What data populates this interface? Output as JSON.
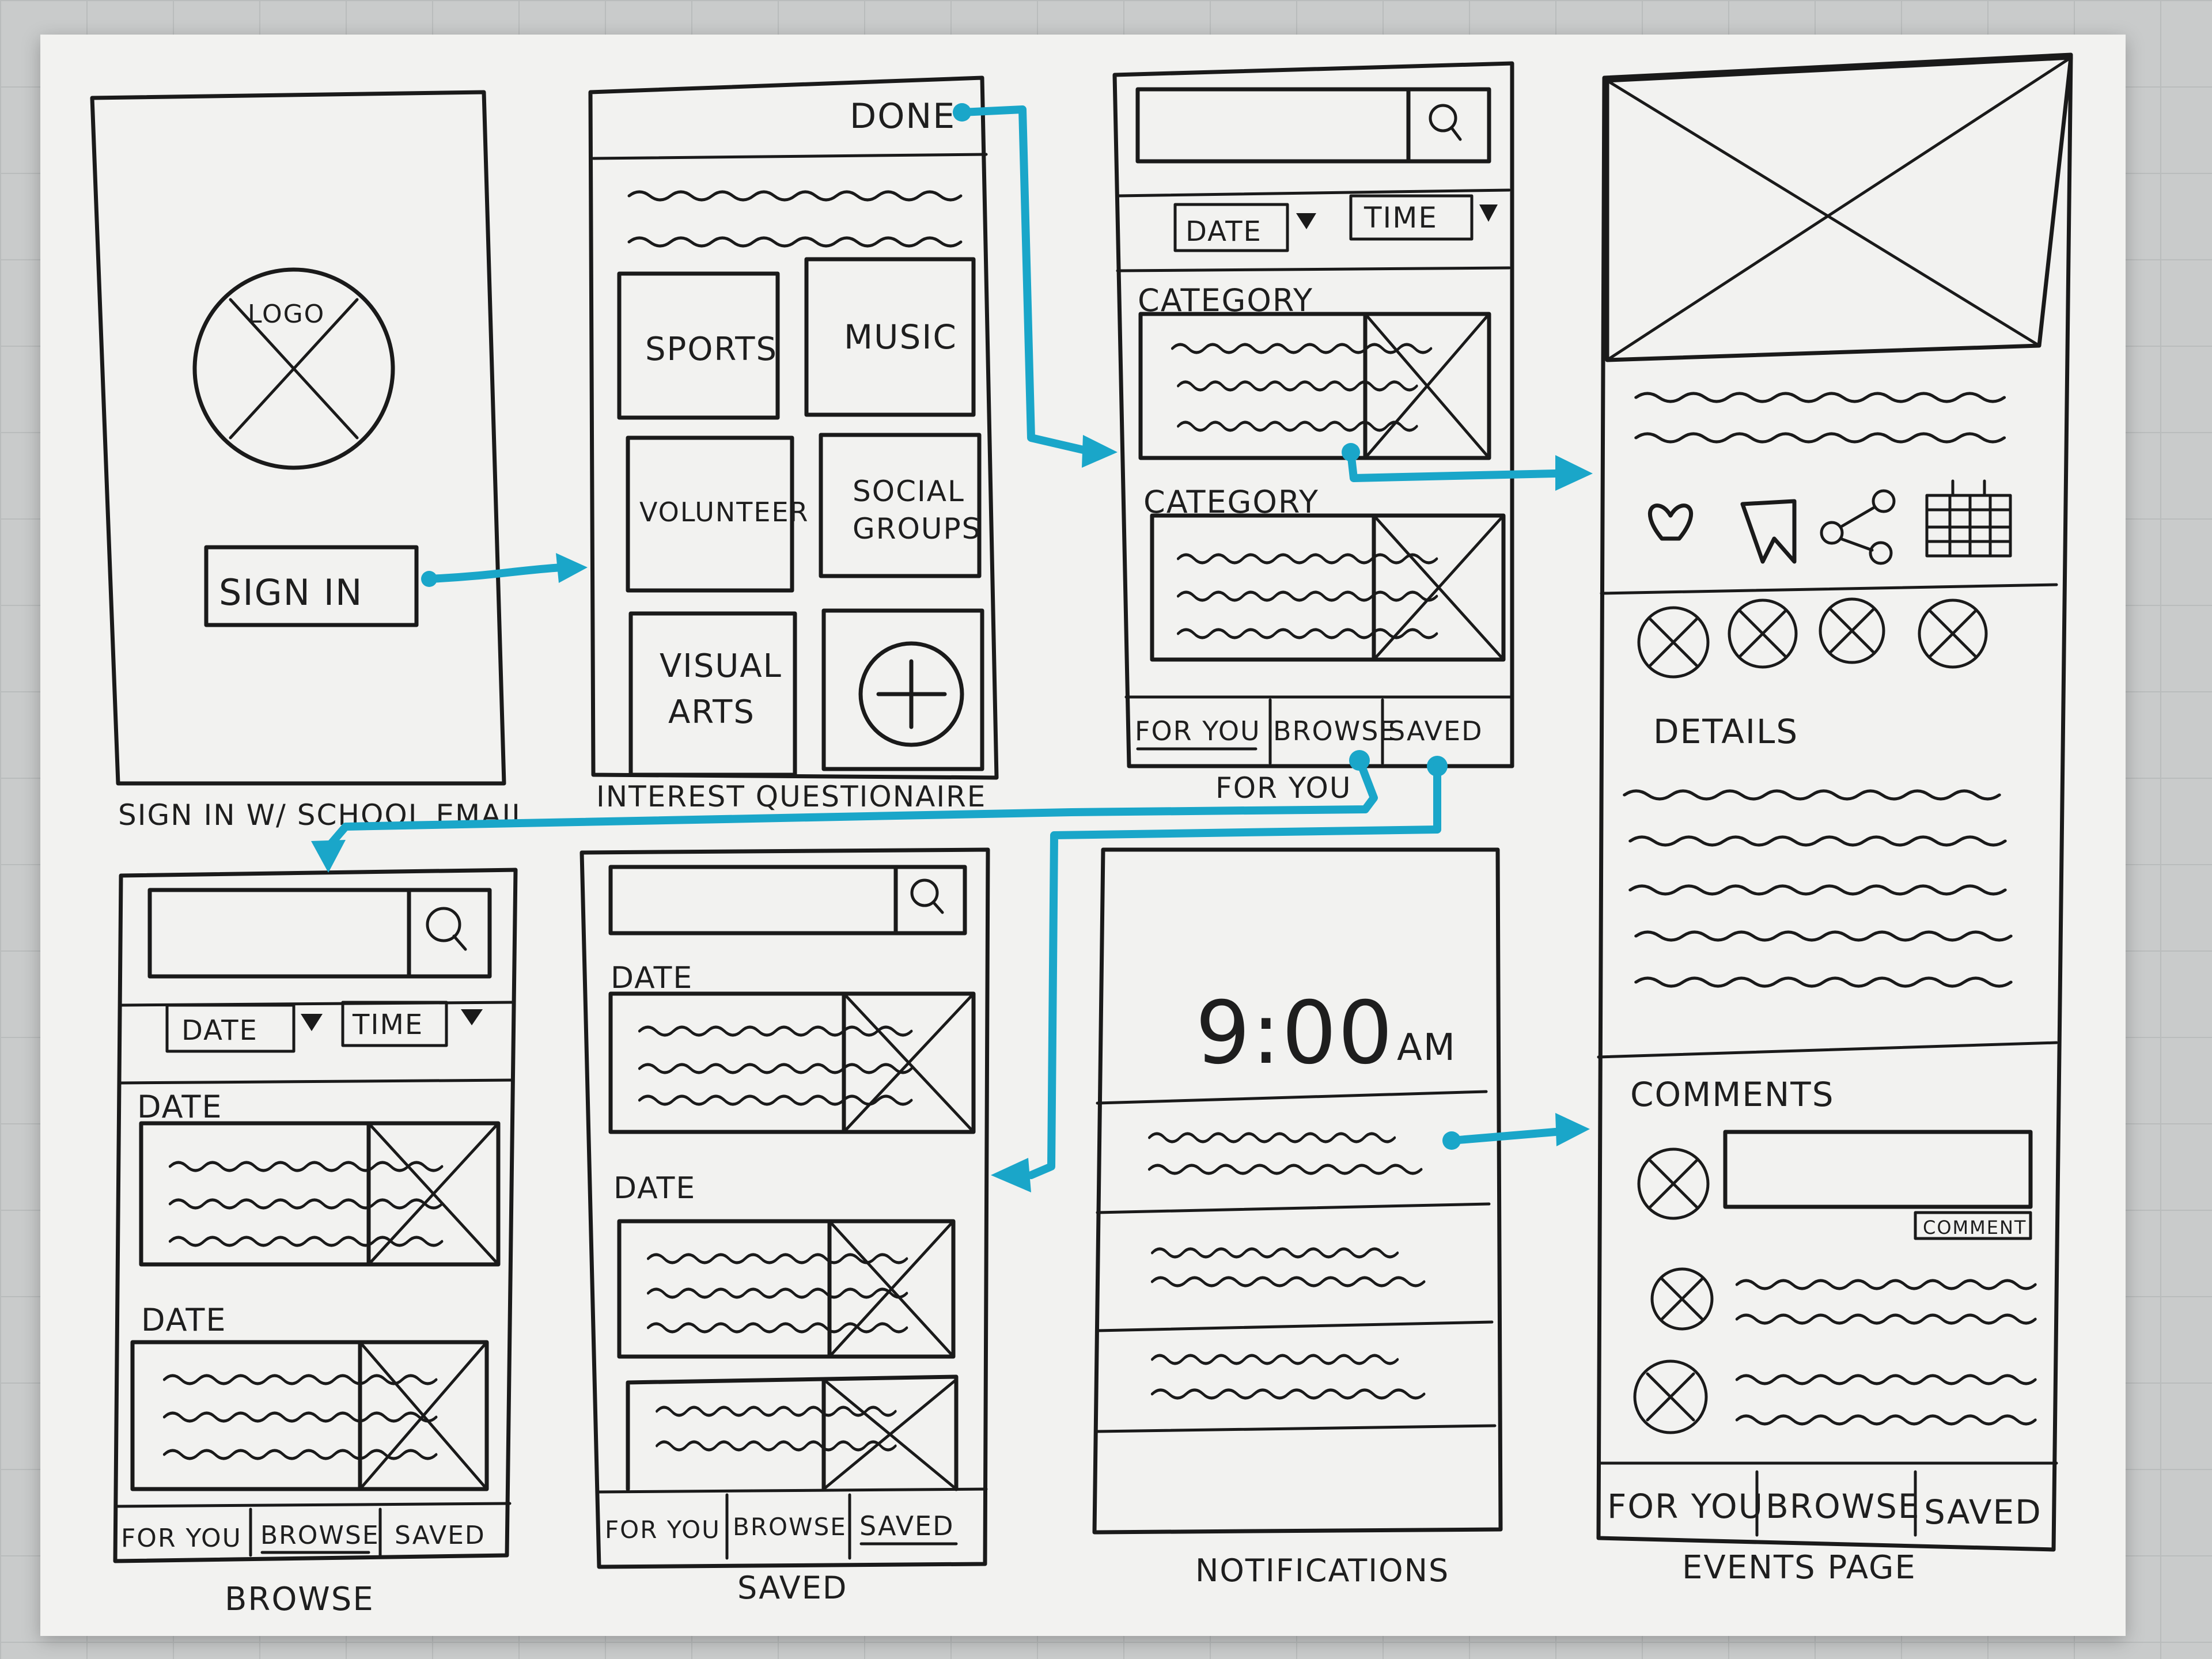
{
  "screens": {
    "signin": {
      "caption": "SIGN IN W/ SCHOOL EMAIL",
      "logo_label": "LOGO",
      "signin_button": "SIGN IN"
    },
    "questionnaire": {
      "caption": "INTEREST QUESTIONAIRE",
      "done_label": "DONE",
      "tiles": [
        "SPORTS",
        "MUSIC",
        "VOLUNTEER",
        "SOCIAL",
        "GROUPS",
        "VISUAL",
        "ARTS"
      ]
    },
    "foryou": {
      "caption": "FOR YOU",
      "search_icon": "magnifier-icon",
      "filter_date": "DATE",
      "filter_time": "TIME",
      "section_1": "CATEGORY",
      "section_2": "CATEGORY",
      "nav": [
        "FOR YOU",
        "BROWSE",
        "SAVED"
      ]
    },
    "events": {
      "caption": "EVENTS PAGE",
      "details_label": "DETAILS",
      "comments_label": "COMMENTS",
      "comment_button": "COMMENT",
      "action_icons": [
        "heart-icon",
        "bookmark-icon",
        "share-icon",
        "calendar-icon"
      ],
      "nav": [
        "FOR YOU",
        "BROWSE",
        "SAVED"
      ]
    },
    "browse": {
      "caption": "BROWSE",
      "filter_date": "DATE",
      "filter_time": "TIME",
      "section_1": "DATE",
      "section_2": "DATE",
      "nav": [
        "FOR YOU",
        "BROWSE",
        "SAVED"
      ]
    },
    "saved": {
      "caption": "SAVED",
      "section_1": "DATE",
      "section_2": "DATE",
      "nav": [
        "FOR YOU",
        "BROWSE",
        "SAVED"
      ]
    },
    "notifications": {
      "caption": "NOTIFICATIONS",
      "time_value": "9:00",
      "time_suffix": "AM"
    }
  },
  "colors": {
    "ink": "#1a1a1a",
    "flow": "#1aa6c9",
    "paper": "#f2f2f0"
  }
}
